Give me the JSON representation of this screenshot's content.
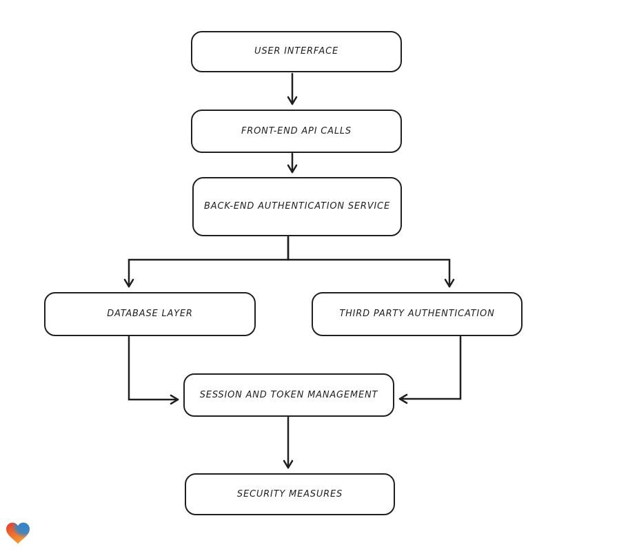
{
  "diagram": {
    "stroke_color": "#1e1e1e",
    "fill_color": "#ffffff",
    "nodes": [
      {
        "id": "user-interface",
        "label": "USER INTERFACE"
      },
      {
        "id": "front-end-api-calls",
        "label": "FRONT-END API CALLS"
      },
      {
        "id": "back-end-authentication-service",
        "label": "BACK-END AUTHENTICATION SERVICE"
      },
      {
        "id": "database-layer",
        "label": "DATABASE LAYER"
      },
      {
        "id": "third-party-authentication",
        "label": "THIRD PARTY AUTHENTICATION"
      },
      {
        "id": "session-and-token-management",
        "label": "SESSION AND TOKEN MANAGEMENT"
      },
      {
        "id": "security-measures",
        "label": "SECURITY MEASURES"
      }
    ],
    "edges": [
      {
        "from": "user-interface",
        "to": "front-end-api-calls"
      },
      {
        "from": "front-end-api-calls",
        "to": "back-end-authentication-service"
      },
      {
        "from": "back-end-authentication-service",
        "to": "database-layer"
      },
      {
        "from": "back-end-authentication-service",
        "to": "third-party-authentication"
      },
      {
        "from": "database-layer",
        "to": "session-and-token-management"
      },
      {
        "from": "third-party-authentication",
        "to": "session-and-token-management"
      },
      {
        "from": "session-and-token-management",
        "to": "security-measures"
      }
    ]
  },
  "logo": {
    "icon": "heart-logo",
    "colors": {
      "red": "#e23b2e",
      "blue": "#2f86cf",
      "orange": "#f59d33"
    }
  }
}
